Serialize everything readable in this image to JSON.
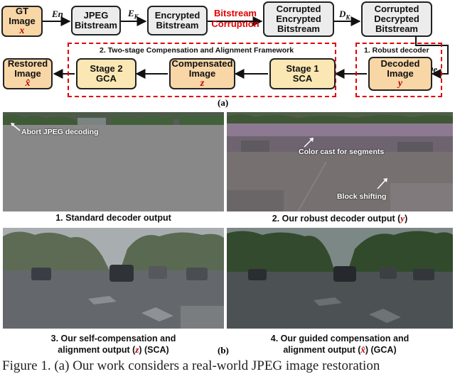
{
  "diagram": {
    "nodes": {
      "gt": {
        "line1": "GT",
        "line2": "Image",
        "var": "x"
      },
      "jpeg": {
        "line1": "JPEG",
        "line2": "Bitstream"
      },
      "encrypted": {
        "line1": "Encrypted",
        "line2": "Bitstream"
      },
      "corrupted_encrypted": {
        "line1": "Corrupted",
        "line2": "Encrypted",
        "line3": "Bitstream"
      },
      "corrupted_decrypted": {
        "line1": "Corrupted",
        "line2": "Decrypted",
        "line3": "Bitstream"
      },
      "restored": {
        "line1": "Restored",
        "line2": "Image",
        "var": "x̂"
      },
      "stage2": {
        "line1": "Stage 2",
        "line2": "GCA"
      },
      "compensated": {
        "line1": "Compensated",
        "line2": "Image",
        "var": "z"
      },
      "stage1": {
        "line1": "Stage 1",
        "line2": "SCA"
      },
      "decoded": {
        "line1": "Decoded",
        "line2": "Image",
        "var": "y"
      }
    },
    "edge_labels": {
      "en": "En",
      "ek": "E",
      "ek_sub": "K",
      "corruption_line1": "Bitstream",
      "corruption_line2": "Corruption",
      "dk": "D",
      "dk_sub": "K",
      "de": "De"
    },
    "framework_title": "2. Two-stage Compensation and Alignment Framework",
    "robust_decoder_title": "1. Robust decoder",
    "part_label": "(a)"
  },
  "panels": {
    "p1": {
      "caption": "1. Standard decoder output",
      "annotation": "Abort JPEG decoding"
    },
    "p2": {
      "caption_pre": "2. Our robust decoder output (",
      "caption_var": "y",
      "caption_post": ")",
      "annotation1": "Color cast for segments",
      "annotation2": "Block shifting"
    },
    "p3": {
      "caption_line1": "3. Our self-compensation and",
      "caption_pre": "alignment output (",
      "caption_var": "z",
      "caption_post": ") (SCA)"
    },
    "p4": {
      "caption_line1": "4. Our guided compensation and",
      "caption_pre": "alignment output (",
      "caption_var": "x̂",
      "caption_post": ") (GCA)"
    },
    "part_label": "(b)"
  },
  "figure_caption": "Figure 1.  (a) Our work considers a real-world JPEG image restoration"
}
